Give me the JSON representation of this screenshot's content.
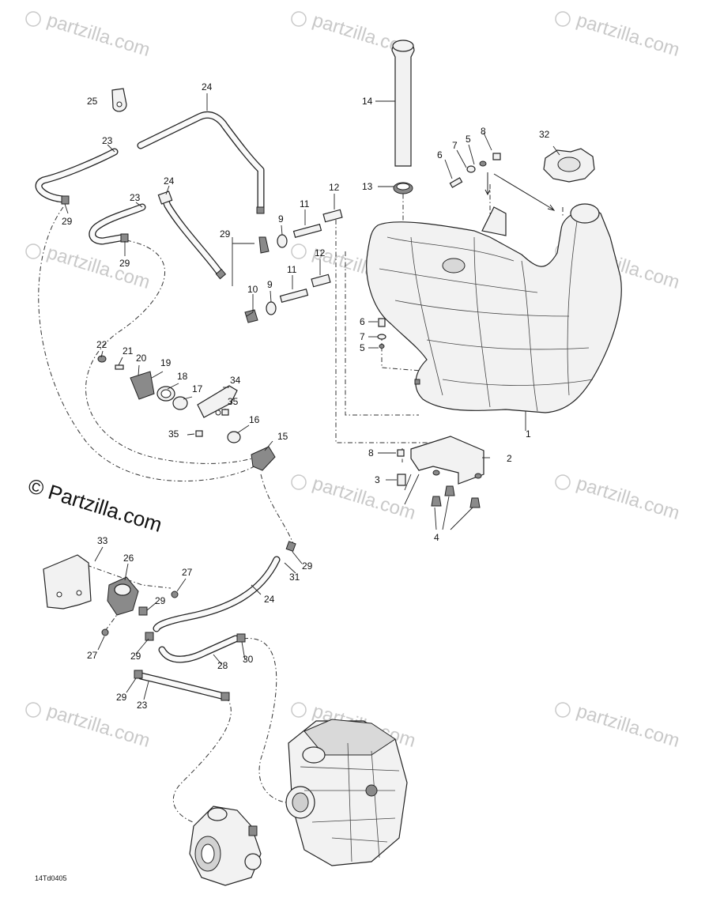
{
  "watermarks": {
    "site": "partzilla.com",
    "main": "© Partzilla.com"
  },
  "diagram_code": "14Td0405",
  "callouts": {
    "c1": "1",
    "c2": "2",
    "c3": "3",
    "c4": "4",
    "c5a": "5",
    "c5b": "5",
    "c6a": "6",
    "c6b": "6",
    "c7a": "7",
    "c7b": "7",
    "c8a": "8",
    "c8b": "8",
    "c9a": "9",
    "c9b": "9",
    "c10": "10",
    "c11a": "11",
    "c11b": "11",
    "c12a": "12",
    "c12b": "12",
    "c13": "13",
    "c14": "14",
    "c15": "15",
    "c16": "16",
    "c17": "17",
    "c18": "18",
    "c19": "19",
    "c20": "20",
    "c21": "21",
    "c22": "22",
    "c23a": "23",
    "c23b": "23",
    "c23c": "23",
    "c24a": "24",
    "c24b": "24",
    "c24c": "24",
    "c25": "25",
    "c26": "26",
    "c27a": "27",
    "c27b": "27",
    "c28": "28",
    "c29a": "29",
    "c29b": "29",
    "c29c": "29",
    "c29d": "29",
    "c29e": "29",
    "c29f": "29",
    "c29g": "29",
    "c30": "30",
    "c31": "31",
    "c32": "32",
    "c33": "33",
    "c34": "34",
    "c35a": "35",
    "c35b": "35"
  }
}
